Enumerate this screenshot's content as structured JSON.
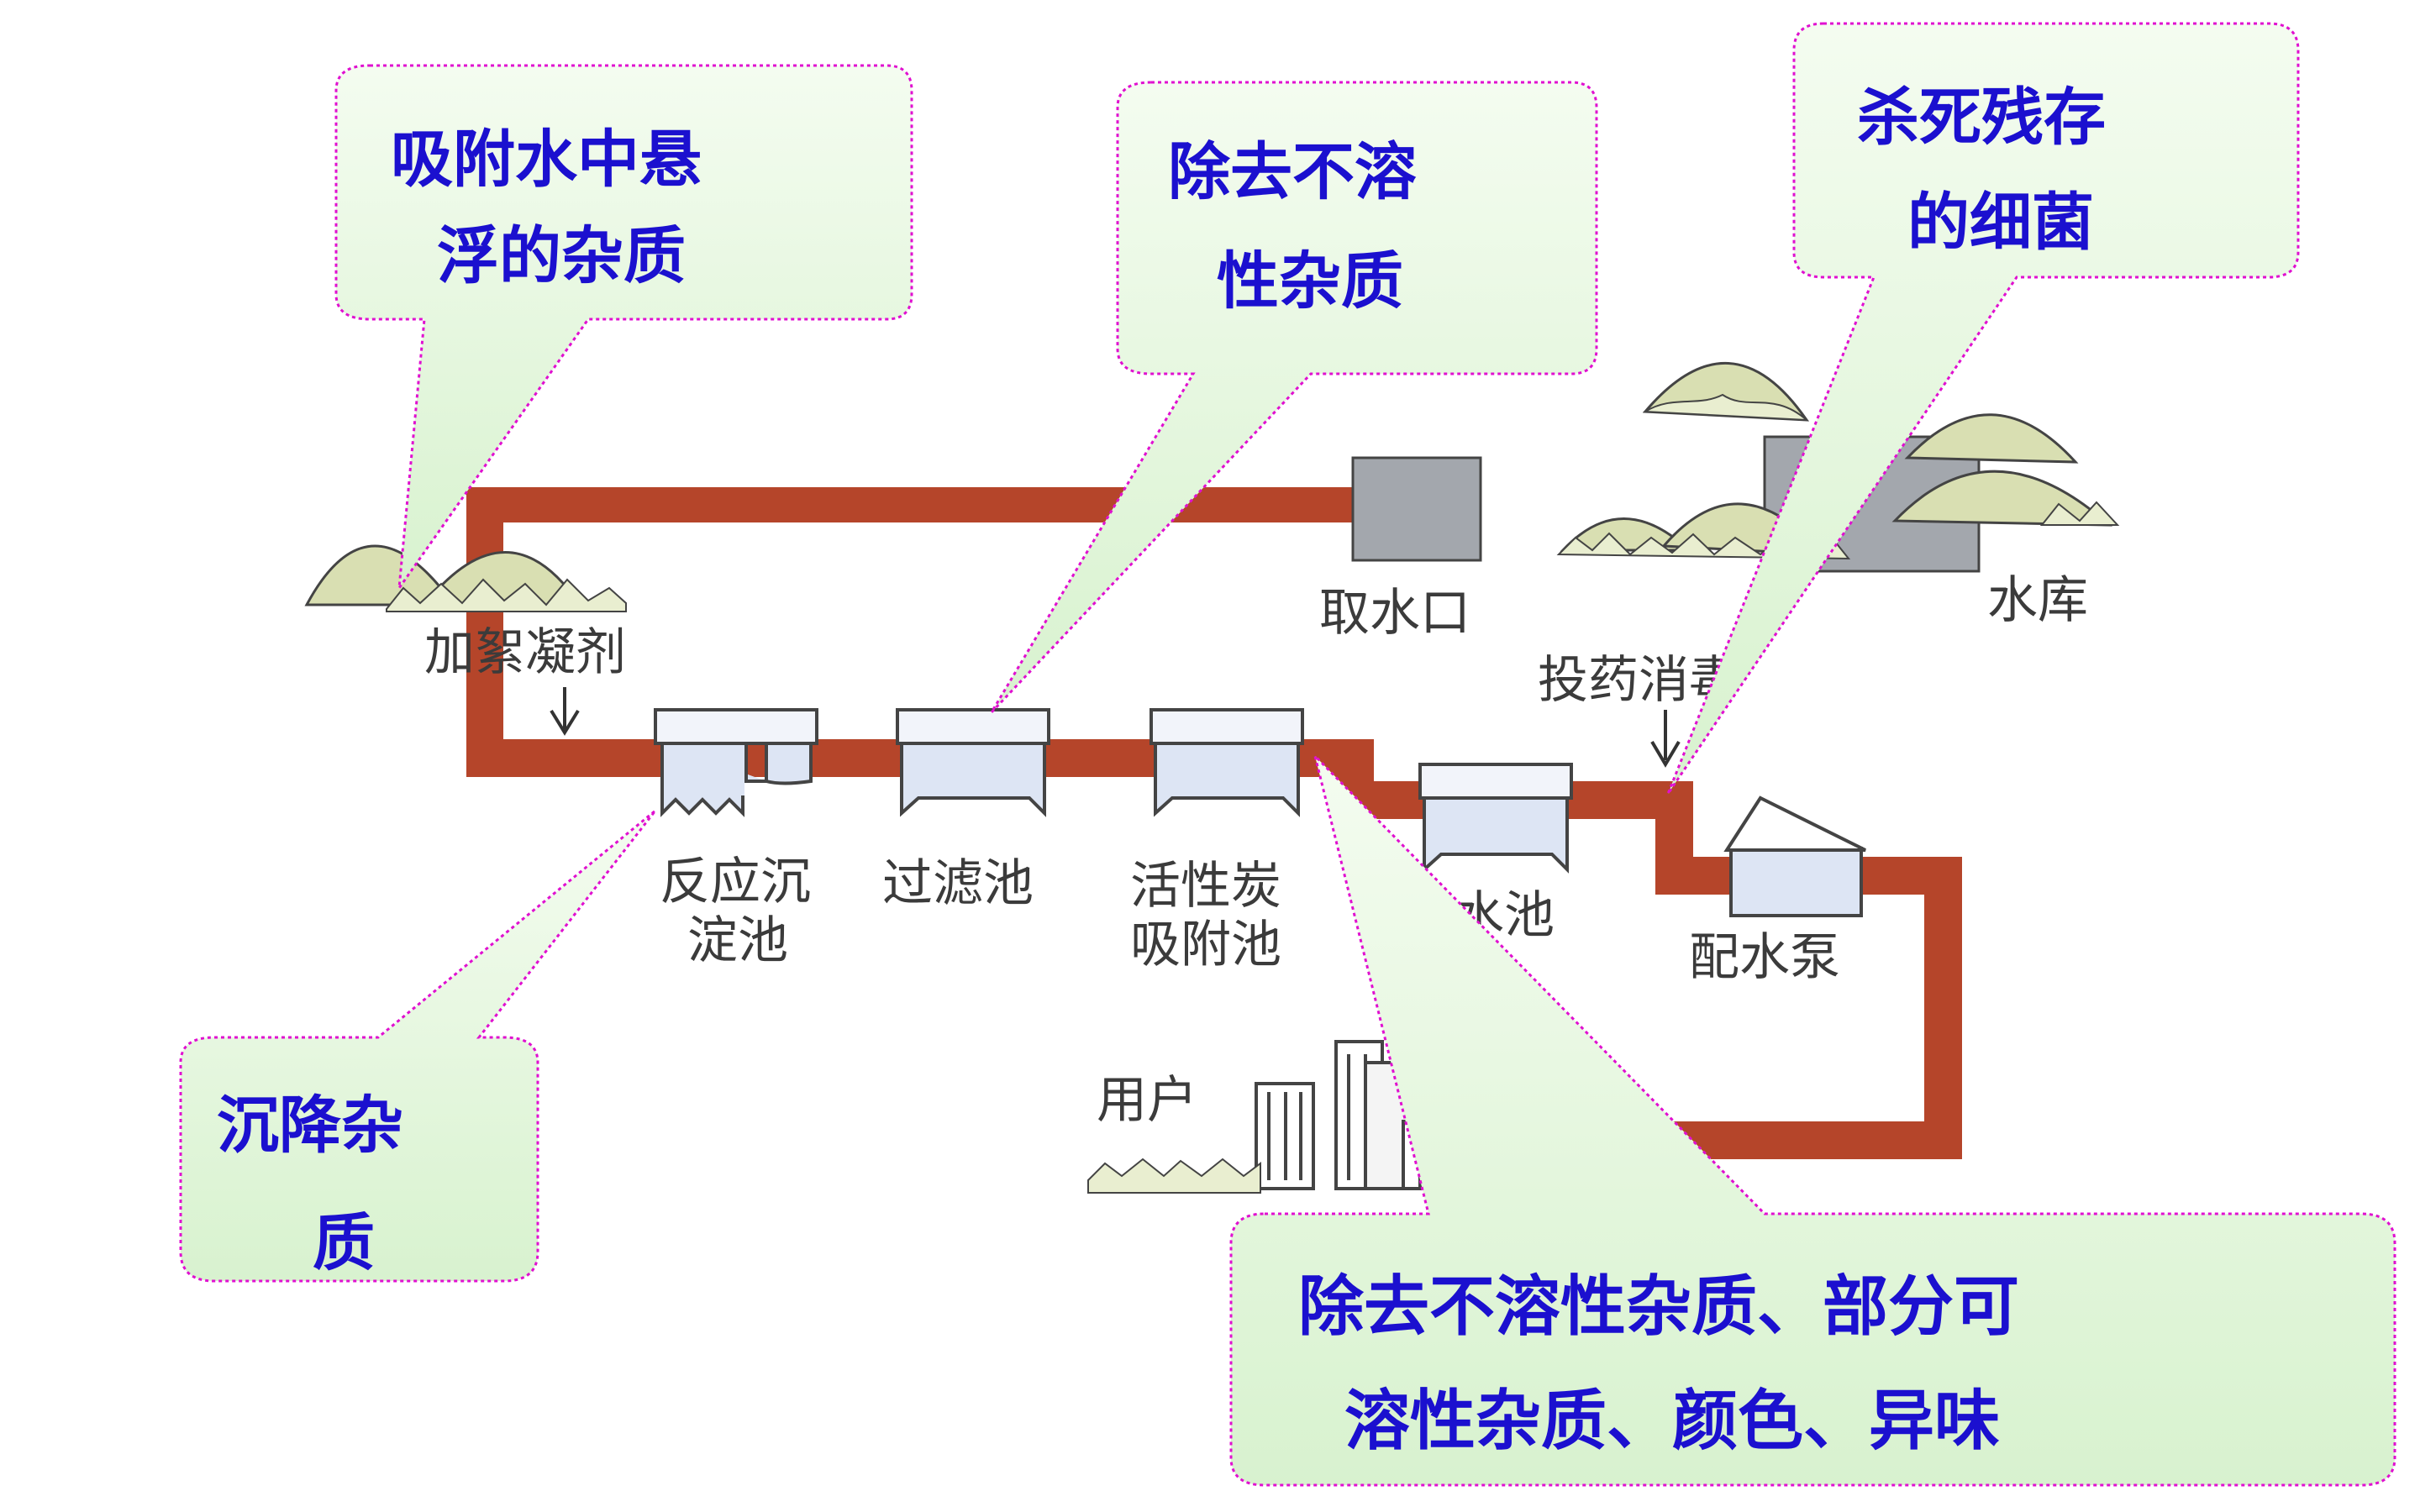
{
  "callouts": {
    "adsorb": [
      "吸附水中悬",
      "浮的杂质"
    ],
    "remove_insoluble": [
      "除去不溶",
      "性杂质"
    ],
    "kill_bacteria": [
      "杀死残存",
      "的细菌"
    ],
    "settle": [
      "沉降杂",
      "质"
    ],
    "carbon": [
      "除去不溶性杂质、部分可",
      "溶性杂质、颜色、异味"
    ]
  },
  "labels": {
    "intake": "取水口",
    "reservoir": "水库",
    "coagulant": "加絮凝剂",
    "disinfect": "投药消毒",
    "reaction_tank": [
      "反应沉",
      "淀池"
    ],
    "filter_tank": "过滤池",
    "carbon_tank": [
      "活性炭",
      "吸附池"
    ],
    "clear_tank": "清水池",
    "pump": "配水泵",
    "users": "用户"
  },
  "colors": {
    "pipe": "#b5452a",
    "tank_fill": "#dde5f4",
    "callout_bg": "#e6f7e0",
    "callout_border": "#e010d0",
    "callout_text": "#1b10cf",
    "tree_fill": "#d9dfb2"
  }
}
